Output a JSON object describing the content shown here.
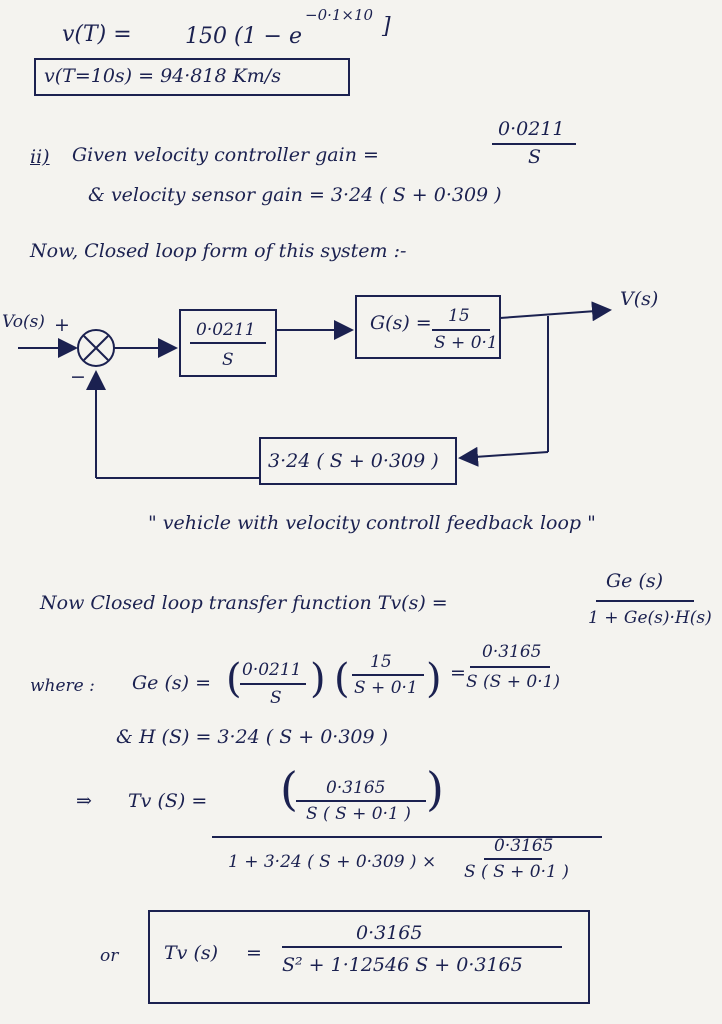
{
  "notes": {
    "line1_lhs": "v(T) =",
    "line1_rhs": "150 (1 − e",
    "line1_exp": "−0·1×10",
    "line1_close": "]",
    "result_box": "v(T=10s) =   94·818  Km/s",
    "part2_label": "ii)",
    "given_line": "Given  velocity  controller  gain  =",
    "controller_num": "0·0211",
    "controller_den": "S",
    "sensor_line": "&   velocity  sensor  gain   =   3·24 ( S + 0·309 )",
    "closed_loop_line": "Now,  Closed  loop  form  of  this  system :-",
    "caption": "\"  vehicle  with  velocity  controll  feedback  loop \"",
    "tf_line": "Now  Closed  loop  transfer  function   Tv(s)  =",
    "tf_num": "Ge (s)",
    "tf_den": "1 + Ge(s)·H(s)",
    "where_label": "where :",
    "ge_lhs": "Ge (s) =",
    "ge_f1_num": "0·0211",
    "ge_f1_den": "S",
    "ge_f2_num": "15",
    "ge_f2_den": "S + 0·1",
    "ge_eq": "=",
    "ge_res_num": "0·3165",
    "ge_res_den": "S (S + 0·1)",
    "h_line": "&   H (S)  =   3·24 ( S + 0·309 )",
    "arrow": "⇒",
    "tv_lhs": "Tv (S)   =",
    "tv_top_num": "0·3165",
    "tv_top_den": "S ( S + 0·1 )",
    "tv_bottom": "1  +  3·24 ( S + 0·309 ) ×",
    "tv_bottom_num": "0·3165",
    "tv_bottom_den": "S ( S + 0·1 )",
    "or_label": "or",
    "final_lhs": "Tv (s)",
    "final_eq": "=",
    "final_num": "0·3165",
    "final_den": "S² + 1·12546 S  +  0·3165"
  },
  "diagram": {
    "input_label": "Vo(s)",
    "plus_sign": "+",
    "minus_sign": "−",
    "controller_num": "0·0211",
    "controller_den": "S",
    "plant_label": "G(s) =",
    "plant_num": "15",
    "plant_den": "S + 0·1",
    "output_label": "V(s)",
    "feedback_label": "3·24 ( S + 0·309 )"
  },
  "colors": {
    "ink": "#1b2150",
    "paper": "#f4f3ef"
  }
}
